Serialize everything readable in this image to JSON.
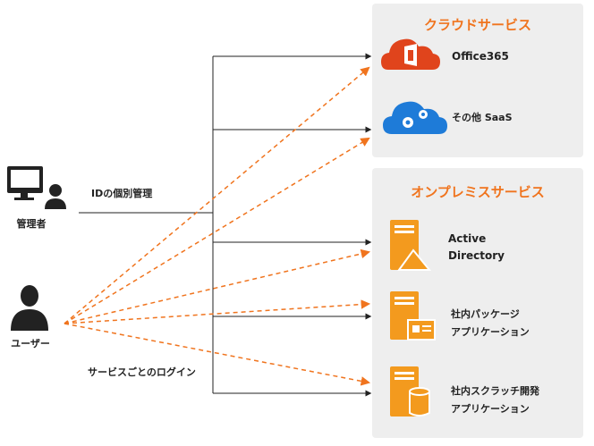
{
  "colors": {
    "accent": "#f0741e",
    "office_red": "#e0441c",
    "saas_blue": "#1e7bd8",
    "server_orange": "#f39a1e",
    "panel_bg": "#eeeeee",
    "line_dark": "#222222"
  },
  "actors": {
    "admin": {
      "label": "管理者",
      "icon": "admin-pc-person-icon"
    },
    "user": {
      "label": "ユーザー",
      "icon": "user-person-icon"
    }
  },
  "flows": {
    "admin_flow_label": "IDの個別管理",
    "user_flow_label": "サービスごとのログイン"
  },
  "cloud": {
    "title": "クラウドサービス",
    "items": [
      {
        "label": "Office365",
        "icon": "office365-cloud-icon"
      },
      {
        "label": "その他 SaaS",
        "icon": "saas-gear-cloud-icon"
      }
    ]
  },
  "onprem": {
    "title": "オンプレミスサービス",
    "items": [
      {
        "line1": "Active",
        "line2": "Directory",
        "icon": "active-directory-server-icon"
      },
      {
        "line1": "社内パッケージ",
        "line2": "アプリケーション",
        "icon": "package-app-server-icon"
      },
      {
        "line1": "社内スクラッチ開発",
        "line2": "アプリケーション",
        "icon": "scratch-dev-server-icon"
      }
    ]
  }
}
